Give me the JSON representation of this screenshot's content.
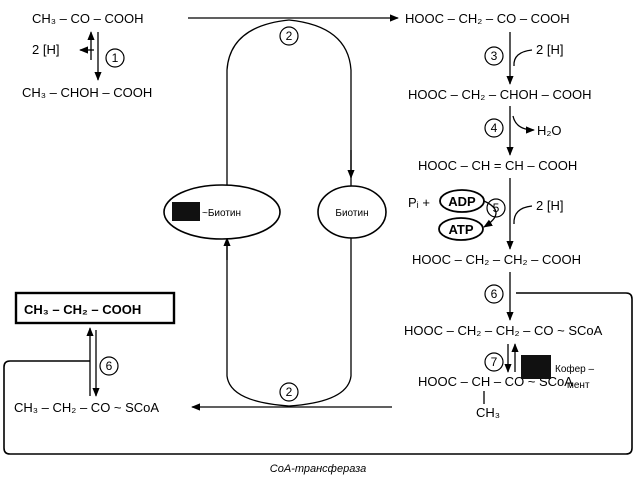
{
  "compounds": {
    "pyruvate": "CH₃ – CO – COOH",
    "lactate": "CH₃ – CHOH – COOH",
    "oxaloacetate": "HOOC – CH₂ – CO – COOH",
    "malate": "HOOC – CH₂ – CHOH – COOH",
    "fumarate": "HOOC – CH = CH – COOH",
    "succinate": "HOOC – CH₂ – CH₂ – COOH",
    "succinyl_coa": "HOOC – CH₂ – CH₂ – CO ~ SCoA",
    "methylmalonyl_coa": "HOOC – CH – CO ~ SCoA",
    "methylmalonyl_coa_branch": "CH₃",
    "propionyl_coa": "CH₃ – CH₂ – CO ~ SCoA",
    "propionate": "CH₃ – CH₂ – COOH"
  },
  "steps": {
    "s1": "1",
    "s2_top": "2",
    "s2_bottom": "2",
    "s3": "3",
    "s4": "4",
    "s5": "5",
    "s6_right": "6",
    "s6_left": "6",
    "s7": "7"
  },
  "cofactors": {
    "h2_step1": "2 [H]",
    "h2_step3": "2 [H]",
    "h2o_step4": "H₂O",
    "pi": "Pᵢ +",
    "adp": "ADP",
    "atp": "ATP",
    "h2_step5": "2 [H]",
    "coenzyme_line1": "Кофер –",
    "coenzyme_line2": "мент"
  },
  "biotin": {
    "carboxy_label": "~Биотин",
    "free_label": "Биотин"
  },
  "caption": "СоА-трансфераза",
  "colors": {
    "ink": "#000000",
    "background": "#ffffff",
    "block": "#111111"
  }
}
